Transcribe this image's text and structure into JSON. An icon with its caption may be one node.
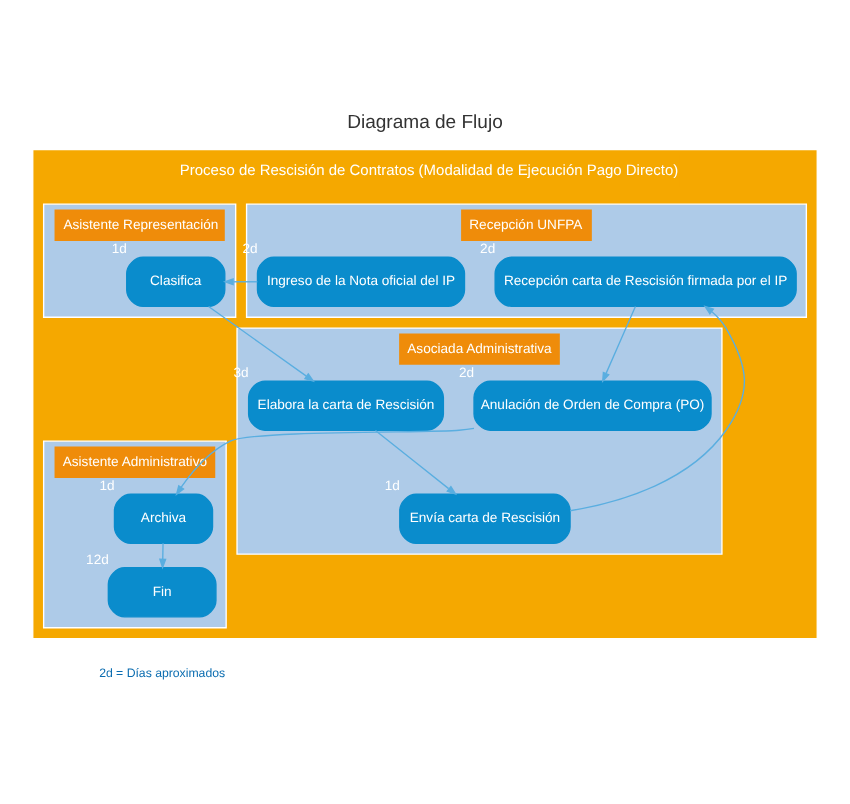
{
  "diagram": {
    "title": "Diagrama de Flujo",
    "nodes": [
      {
        "text": [
          "Proceso de Rescisión de Contratos (Modalidad de Ejecución Pago Directo)"
        ]
      },
      {
        "text": [
          "Recepción UNFPA"
        ],
        "in": 0
      },
      {
        "text": [
          "Asistente Representación"
        ],
        "in": 0
      },
      {
        "text": [
          "Asociada Administrativa"
        ],
        "in": 0
      },
      {
        "text": [
          "Asistente Administrativo"
        ],
        "in": 0
      },
      {
        "text": [
          "Ingreso de la Nota oficial del IP"
        ],
        "in": 1,
        "beside": [
          "2d"
        ]
      },
      {
        "text": [
          "Clasifica"
        ],
        "in": 2,
        "beside": [
          "1d"
        ]
      },
      {
        "text": [
          "Elabora la carta de Rescisión"
        ],
        "in": 3,
        "beside": [
          "3d"
        ]
      },
      {
        "text": [
          "Envía carta de Rescisión"
        ],
        "in": 3,
        "beside": [
          "1d"
        ]
      },
      {
        "text": [
          "Recepción carta de Rescisión firmada por el IP"
        ],
        "in": 1,
        "beside": [
          "2d"
        ]
      },
      {
        "text": [
          "Anulación de Orden de Compra (PO)"
        ],
        "in": 3,
        "beside": [
          "2d"
        ]
      },
      {
        "text": [
          "Archiva"
        ],
        "in": 4,
        "beside": [
          "1d"
        ]
      },
      {
        "text": [
          "Fin"
        ],
        "in": 4,
        "beside": [
          "12d"
        ]
      }
    ],
    "edges": [
      {
        "from": 5,
        "to": 6,
        "arrow": "to"
      },
      {
        "from": 6,
        "to": 7,
        "arrow": "to"
      },
      {
        "from": 7,
        "to": 8,
        "arrow": "to"
      },
      {
        "from": 8,
        "to": 9,
        "arrow": "to"
      },
      {
        "from": 9,
        "to": 10,
        "arrow": "to"
      },
      {
        "from": 10,
        "to": 11,
        "arrow": "to"
      },
      {
        "from": 11,
        "to": 12,
        "arrow": "to"
      }
    ],
    "labels": [
      "2d = Días aproximados"
    ]
  }
}
